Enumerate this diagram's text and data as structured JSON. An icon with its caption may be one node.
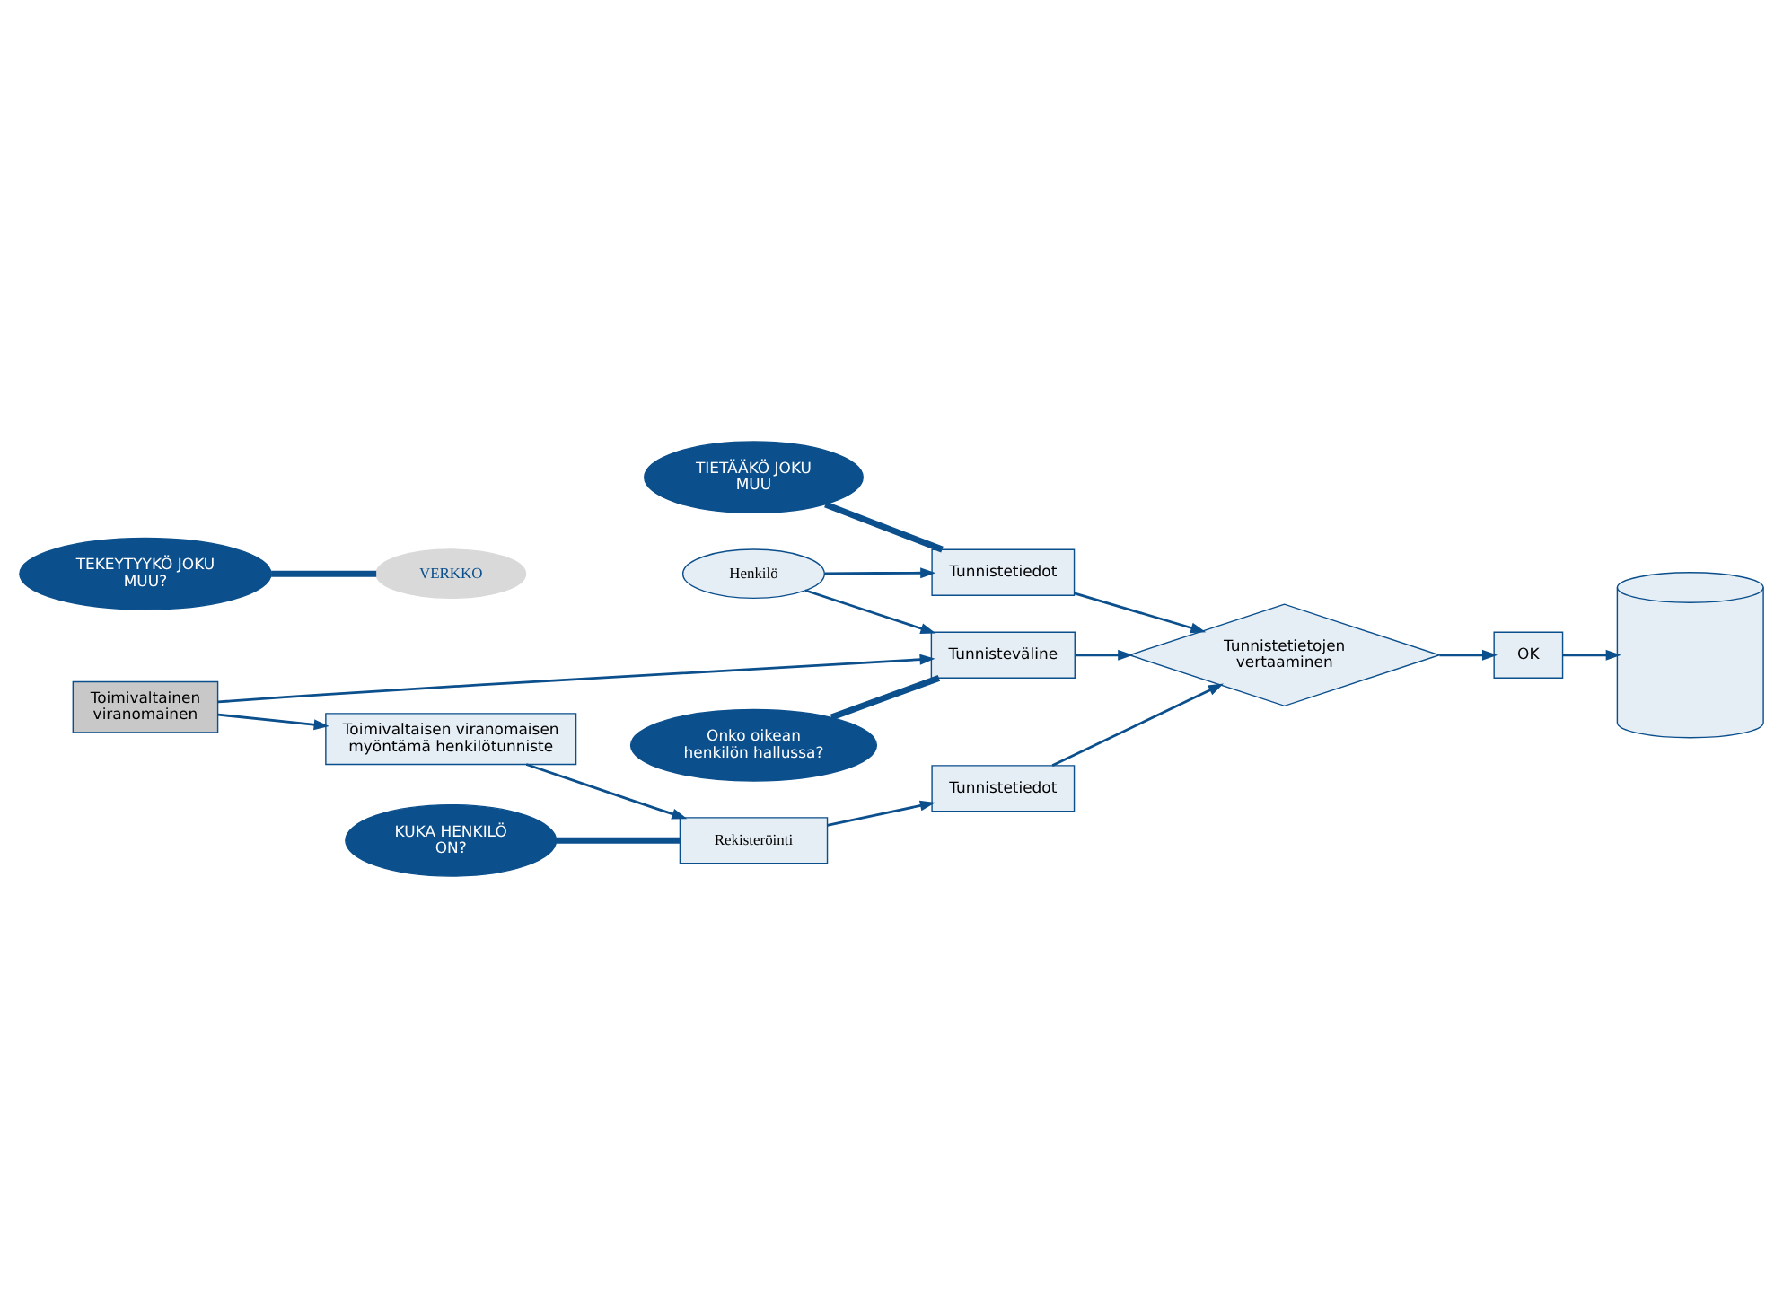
{
  "diagram": {
    "nodes": [
      {
        "text": [
          "Tunnistetiedot"
        ]
      },
      {
        "text": [
          "Rekisteröinti"
        ]
      },
      {
        "text": [
          "Henkilö"
        ]
      },
      {
        "text": [
          "Tunnistetiedot"
        ]
      },
      {
        "text": [
          "Tunnisteväline"
        ]
      },
      {
        "text": [
          "VERKKO"
        ]
      },
      {
        "text": [
          "Tunnistetietojen vertaaminen"
        ]
      },
      {
        "text": [
          "OK"
        ]
      },
      {
        "text": [],
        "shape": "cylinder"
      },
      {
        "text": [
          "Toimivaltaisen viranomaisen myöntämä henkilötunniste"
        ]
      },
      {
        "text": [
          "Toimivaltainen viranomainen"
        ]
      },
      {
        "text": [
          "KUKA HENKILÖ ON?"
        ]
      },
      {
        "text": [
          "TIETÄÄKÖ JOKU MUU"
        ]
      },
      {
        "text": [
          "Onko oikean henkilön hallussa?"
        ]
      },
      {
        "text": [
          "TEKEYTYYKÖ JOKU MUU?"
        ]
      }
    ],
    "edges": [
      {
        "from": 1,
        "to": 0,
        "arrow": "to"
      },
      {
        "from": 0,
        "to": 6,
        "arrow": "to"
      },
      {
        "from": 2,
        "to": 3,
        "arrow": "to"
      },
      {
        "from": 2,
        "to": 4,
        "arrow": "to"
      },
      {
        "from": 3,
        "to": 6,
        "arrow": "to"
      },
      {
        "from": 4,
        "to": 6,
        "arrow": "to"
      },
      {
        "from": 6,
        "to": 7,
        "arrow": "to"
      },
      {
        "from": 7,
        "to": 8,
        "arrow": "to"
      },
      {
        "from": 9,
        "to": 1,
        "arrow": "to"
      },
      {
        "from": 10,
        "to": 9,
        "arrow": "to"
      },
      {
        "from": 10,
        "to": 4,
        "arrow": "to"
      },
      {
        "from": 11,
        "to": 1,
        "arrow": "none",
        "style": "thick"
      },
      {
        "from": 12,
        "to": 3,
        "arrow": "none",
        "style": "thick"
      },
      {
        "from": 13,
        "to": 4,
        "arrow": "none",
        "style": "thick"
      },
      {
        "from": 14,
        "to": 5,
        "arrow": "none",
        "style": "thick"
      }
    ]
  }
}
